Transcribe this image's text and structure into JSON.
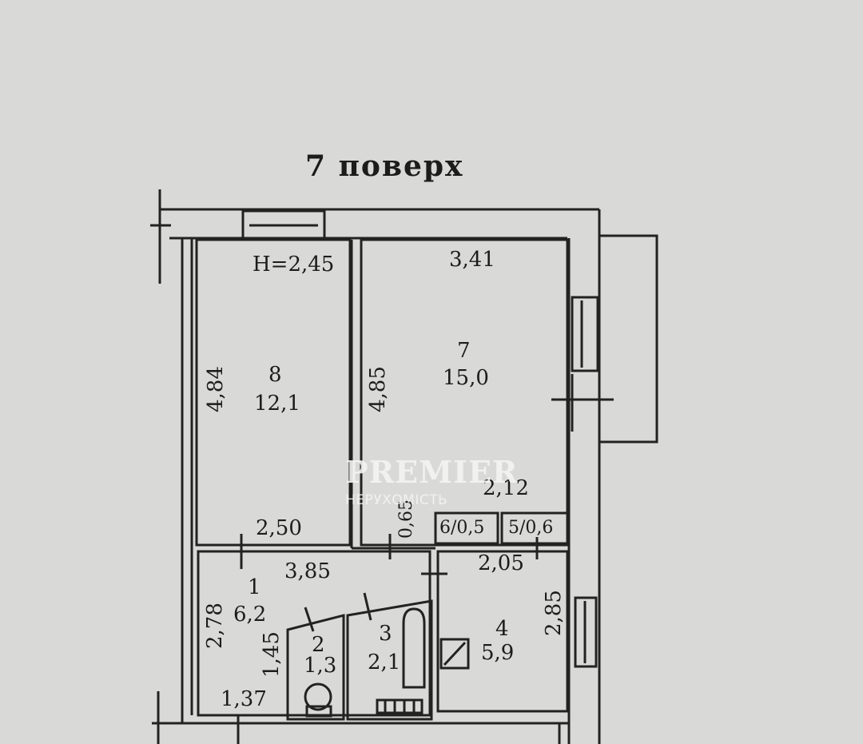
{
  "floor_label": "7 поверх",
  "height_label": "Н=2,45",
  "rooms": [
    {
      "number": "8",
      "area": "12,1"
    },
    {
      "number": "7",
      "area": "15,0"
    },
    {
      "number": "1",
      "area": "6,2"
    },
    {
      "number": "2",
      "area": "1,3"
    },
    {
      "number": "3",
      "area": "2,1"
    },
    {
      "number": "4",
      "area": "5,9"
    }
  ],
  "closets": [
    "6/0,5",
    "5/0,6"
  ],
  "dimensions": {
    "room7_width": "3,41",
    "room8_length": "4,84",
    "room7_length": "4,85",
    "room8_width": "2,50",
    "room7_partial": "2,12",
    "passage_width": "0,65",
    "hall_width": "3,85",
    "hall_length": "2,78",
    "hall_inner": "1,45",
    "hall_bottom": "1,37",
    "kitchen_width": "2,05",
    "kitchen_length": "2,85"
  },
  "watermark": {
    "brand": "PREMIER",
    "subtitle": "НЕРУХОМІСТЬ"
  }
}
